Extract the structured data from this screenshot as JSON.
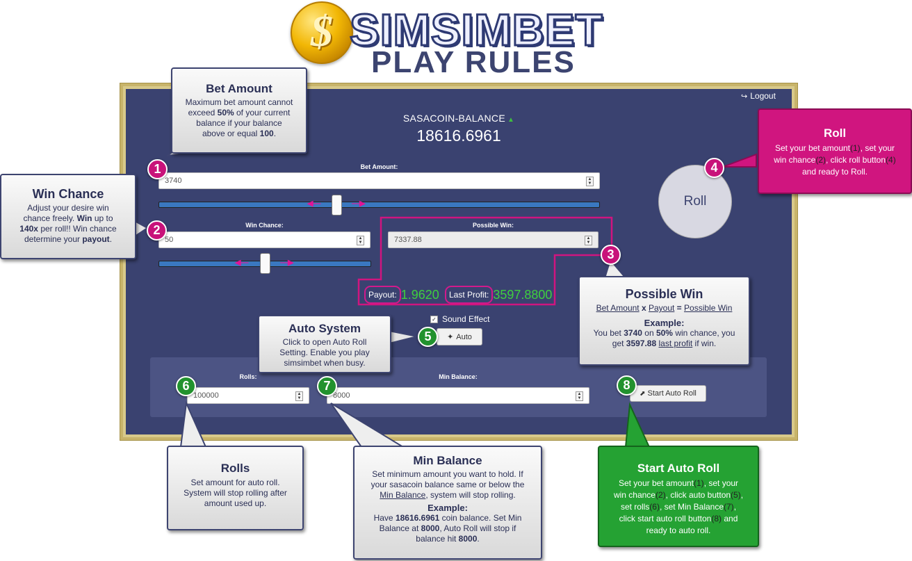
{
  "header": {
    "coin_symbol": "$",
    "brand": "SIMSIMBET",
    "subtitle": "PLAY RULES"
  },
  "app": {
    "logout": "Logout",
    "balance_label": "SASACOIN-BALANCE",
    "balance_value": "18616.6961",
    "bet_amount": {
      "label": "Bet Amount:",
      "value": "3740"
    },
    "win_chance": {
      "label": "Win Chance:",
      "value": "50"
    },
    "possible_win": {
      "label": "Possible Win:",
      "value": "7337.88"
    },
    "payout": {
      "label": "Payout:",
      "value": "1.9620"
    },
    "last_profit": {
      "label": "Last Profit:",
      "value": "3597.8800"
    },
    "roll_button": "Roll",
    "sound_effect": "Sound Effect",
    "auto_button": "Auto",
    "rolls": {
      "label": "Rolls:",
      "value": "100000"
    },
    "min_balance": {
      "label": "Min Balance:",
      "value": "8000"
    },
    "start_auto_roll": "Start Auto Roll"
  },
  "callouts": {
    "bet_amount": {
      "number": "1",
      "title": "Bet Amount",
      "l1": "Maximum bet amount cannot",
      "l2a": "exceed ",
      "l2b": "50%",
      "l2c": " of your current",
      "l3": "balance if your balance",
      "l4a": "above or equal ",
      "l4b": "100",
      "l4c": "."
    },
    "win_chance": {
      "number": "2",
      "title": "Win Chance",
      "l1": "Adjust your desire win",
      "l2a": "chance freely. ",
      "l2b": "Win",
      "l2c": " up to",
      "l3a": "140x",
      "l3b": " per roll!! Win chance",
      "l4a": "determine your ",
      "l4b": "payout",
      "l4c": "."
    },
    "possible_win": {
      "number": "3",
      "title": "Possible Win",
      "f1": "Bet Amount",
      "f2": " x ",
      "f3": "Payout",
      "f4": " = ",
      "f5": "Possible Win",
      "example": "Example:",
      "e1a": "You bet ",
      "e1b": "3740",
      "e1c": " on ",
      "e1d": "50%",
      "e1e": " win chance, you",
      "e2a": "get ",
      "e2b": "3597.88",
      "e2c": " ",
      "e2d": "last profit",
      "e2e": " if win."
    },
    "roll": {
      "number": "4",
      "title": "Roll",
      "l1a": "Set your bet amount",
      "l1b": "(1)",
      "l1c": ", set your",
      "l2a": "win chance",
      "l2b": "(2)",
      "l2c": ", click roll button",
      "l2d": "(4)",
      "l3": "and ready to Roll."
    },
    "auto_system": {
      "number": "5",
      "title": "Auto System",
      "l1": "Click to open Auto Roll",
      "l2": "Setting. Enable you play",
      "l3": "simsimbet when busy."
    },
    "rolls": {
      "number": "6",
      "title": "Rolls",
      "l1": "Set amount for auto roll.",
      "l2": "System will stop rolling after",
      "l3": "amount used up."
    },
    "min_balance": {
      "number": "7",
      "title": "Min Balance",
      "l1": "Set minimum amount you want to hold. If",
      "l2": "your sasacoin balance same or below the",
      "l3a": "Min Balance",
      "l3b": ", system will stop rolling.",
      "example": "Example:",
      "e1a": "Have ",
      "e1b": "18616.6961",
      "e1c": " coin balance. Set Min",
      "e2a": "Balance at ",
      "e2b": "8000",
      "e2c": ", Auto Roll will stop if",
      "e3a": "balance hit ",
      "e3b": "8000",
      "e3c": "."
    },
    "start_auto_roll": {
      "number": "8",
      "title": "Start Auto Roll",
      "l1a": "Set your bet amount",
      "l1b": "(1)",
      "l1c": ", set your",
      "l2a": "win chance",
      "l2b": "(2)",
      "l2c": ", click auto button",
      "l2d": "(5)",
      "l2e": ",",
      "l3a": "set rolls",
      "l3b": "(6)",
      "l3c": ", set Min Balance",
      "l3d": "(7)",
      "l3e": ",",
      "l4a": "click start auto roll button",
      "l4b": "(8)",
      "l4c": " and",
      "l5": "ready to auto roll."
    }
  },
  "icons": {
    "logout": "logout-icon",
    "caret_up": "caret-up-icon",
    "magic_wand": "magic-wand-icon",
    "spinner": "spinner-icon",
    "checkbox": "checkbox-icon",
    "cursor": "cursor-icon"
  },
  "colors": {
    "panel": "#3a4270",
    "frame": "#c8b46a",
    "accent_pink": "#d0157f",
    "accent_green": "#25a233",
    "value_green": "#3fcf3f",
    "slider_track": "#3a78c0"
  }
}
